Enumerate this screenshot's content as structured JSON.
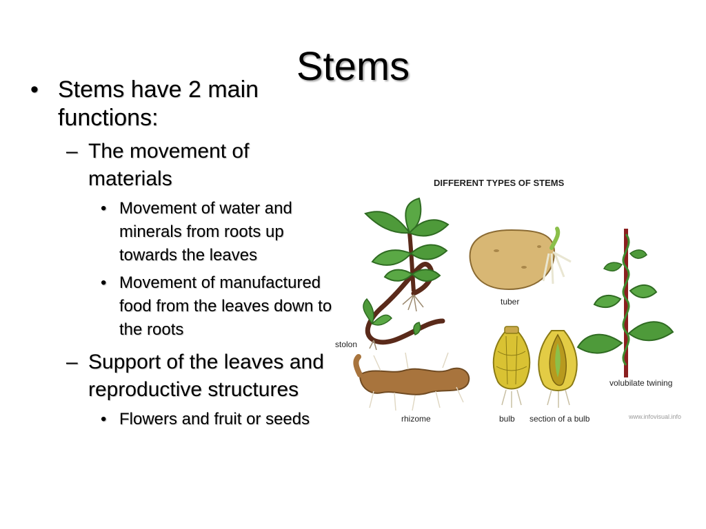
{
  "slide": {
    "title": "Stems",
    "bullets": [
      {
        "level": 1,
        "text": "Stems have 2 main functions:"
      },
      {
        "level": 2,
        "text": "The movement of materials"
      },
      {
        "level": 3,
        "text": "Movement of water and minerals from roots up towards the leaves"
      },
      {
        "level": 3,
        "text": "Movement of manufactured food from the leaves down to the roots"
      },
      {
        "level": 2,
        "text": "Support of the leaves and reproductive structures"
      },
      {
        "level": 3,
        "text": "Flowers and fruit or seeds"
      }
    ],
    "markers": {
      "level1": "•",
      "level2": "–",
      "level3": "•"
    }
  },
  "figure": {
    "heading": "DIFFERENT TYPES OF STEMS",
    "labels": {
      "stolon": "stolon",
      "tuber": "tuber",
      "rhizome": "rhizome",
      "bulb": "bulb",
      "section": "section of a bulb",
      "twining": "volubilate twining"
    },
    "credit": "www.infovisual.info",
    "colors": {
      "leaf": "#4e9a3a",
      "leaf_dark": "#2f6b22",
      "stem": "#5a2a1a",
      "tuber": "#d8b774",
      "rhizome": "#a8743d",
      "bulb": "#d9c233"
    }
  }
}
